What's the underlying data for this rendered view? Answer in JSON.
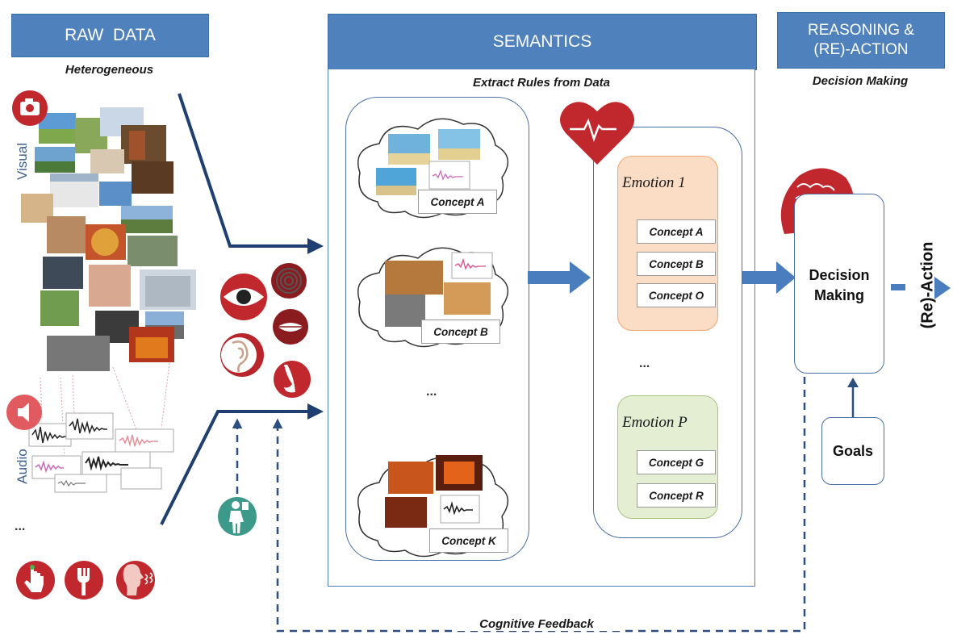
{
  "raw_data": {
    "header": "RAW  DATA",
    "subtitle": "Heterogeneous",
    "visual_label": "Visual",
    "audio_label": "Audio",
    "more": "..."
  },
  "semantics": {
    "header": "SEMANTICS",
    "subtitle": "Extract Rules from Data",
    "clusters": [
      {
        "concept": "Concept A"
      },
      {
        "concept": "Concept B"
      },
      {
        "concept": "Concept K"
      }
    ],
    "clusters_ellipsis": "...",
    "emotions": [
      {
        "title": "Emotion 1",
        "concepts": [
          "Concept A",
          "Concept B",
          "Concept O"
        ]
      },
      {
        "title": "Emotion P",
        "concepts": [
          "Concept G",
          "Concept R"
        ]
      }
    ],
    "emotions_ellipsis": "..."
  },
  "reasoning": {
    "header_line1": "REASONING &",
    "header_line2": "(RE)-ACTION",
    "subtitle": "Decision Making",
    "decision_box": "Decision Making",
    "goals": "Goals",
    "reaction": "(Re)-Action"
  },
  "feedback": "Cognitive Feedback",
  "colors": {
    "header_blue": "#4f81bd",
    "arrow_navy": "#1f3f73",
    "arrow_blue": "#4a7dbd",
    "icon_red": "#c0282d",
    "emotion1_fill": "#fbdcc4",
    "emotionP_fill": "#e3eed3"
  },
  "icons": [
    "camera-icon",
    "speaker-icon",
    "touch-icon",
    "fork-icon",
    "face-smell-icon",
    "eye-icon",
    "fingerprint-icon",
    "ear-icon",
    "mouth-icon",
    "nose-icon",
    "human-icon",
    "heart-pulse-icon",
    "brain-head-icon"
  ]
}
